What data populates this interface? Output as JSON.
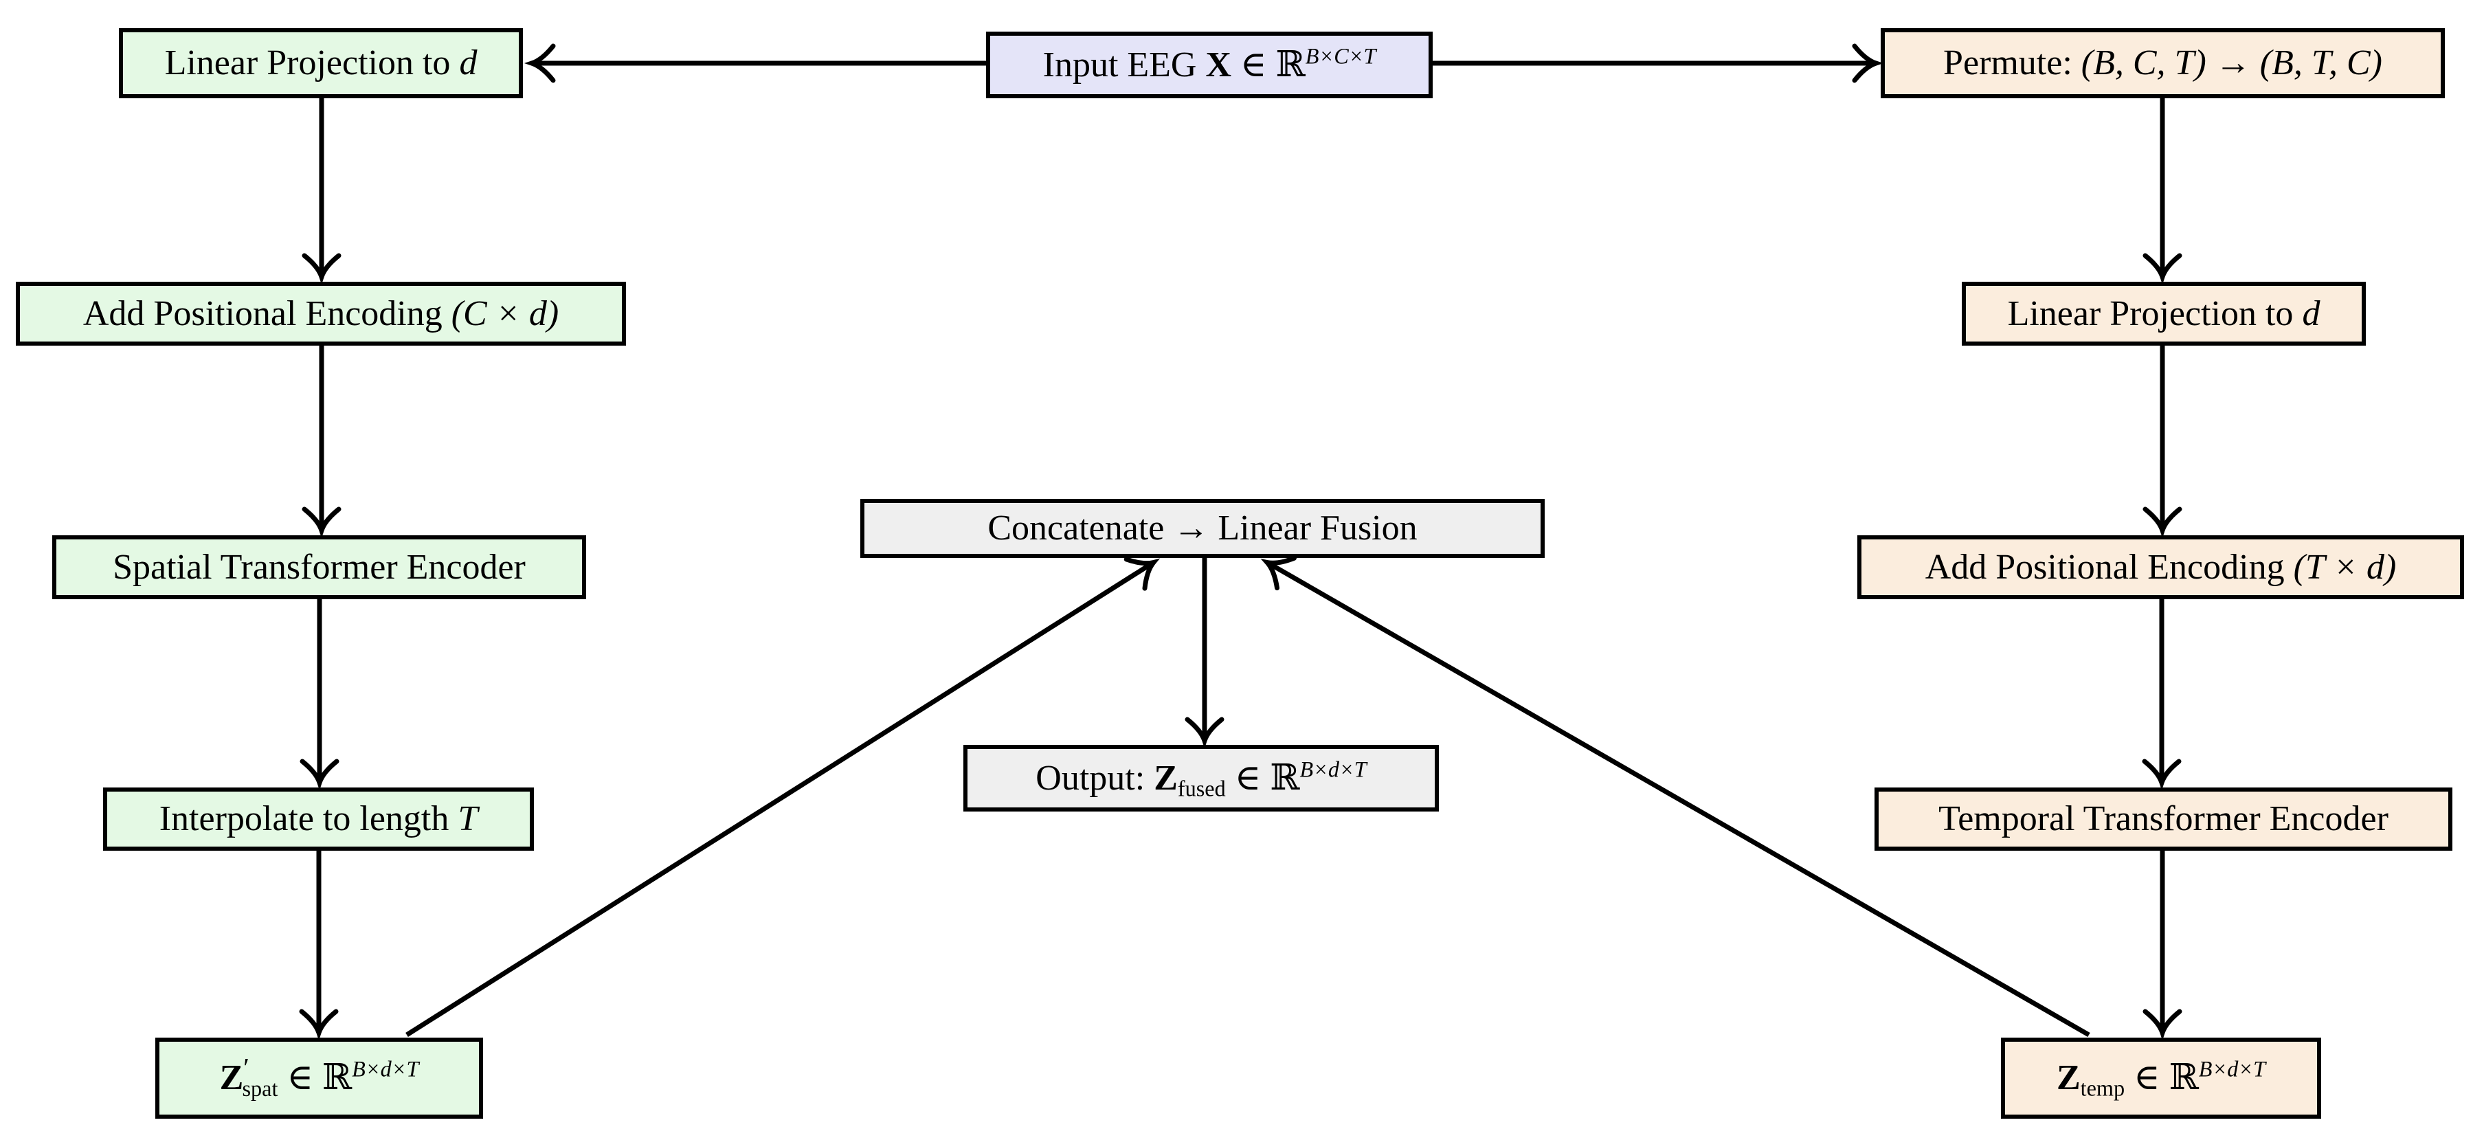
{
  "diagram": {
    "colors": {
      "input_fill": "#e4e4f8",
      "spatial_fill": "#e4f9e4",
      "temporal_fill": "#fbeddd",
      "fusion_fill": "#efefef",
      "border": "#000000",
      "arrow": "#000000"
    },
    "nodes": {
      "input": {
        "pre": "Input EEG ",
        "var": "X",
        "mid": " ∈ ℝ",
        "sup": "B×C×T"
      },
      "linproj_spat": {
        "pre": "Linear Projection to ",
        "var": "d"
      },
      "addpos_spat": {
        "pre": "Add Positional Encoding ",
        "paren": "(C × d)"
      },
      "spatial_encoder": {
        "label": "Spatial Transformer Encoder"
      },
      "interpolate": {
        "pre": "Interpolate to length ",
        "var": "T"
      },
      "z_spat": {
        "var": "Z",
        "prime": "′",
        "sub": "spat",
        "mid": " ∈ ℝ",
        "sup": "B×d×T"
      },
      "permute": {
        "pre": "Permute: ",
        "from": "(B, C, T)",
        "arrow": " → ",
        "to": "(B, T, C)"
      },
      "linproj_temp": {
        "pre": "Linear Projection to ",
        "var": "d"
      },
      "addpos_temp": {
        "pre": "Add Positional Encoding ",
        "paren": "(T × d)"
      },
      "temporal_encoder": {
        "label": "Temporal Transformer Encoder"
      },
      "z_temp": {
        "var": "Z",
        "sub": "temp",
        "mid": " ∈ ℝ",
        "sup": "B×d×T"
      },
      "concat": {
        "label": "Concatenate → Linear Fusion"
      },
      "output": {
        "pre": "Output: ",
        "var": "Z",
        "sub": "fused",
        "mid": " ∈ ℝ",
        "sup": "B×d×T"
      }
    }
  }
}
